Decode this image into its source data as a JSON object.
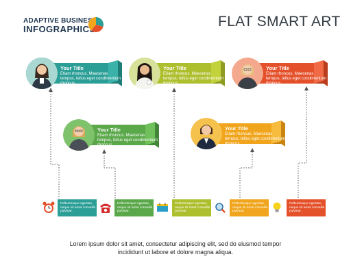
{
  "header": {
    "brand_line1": "ADAPTIVE BUSINESS",
    "brand_line2": "INFOGRAPHICS",
    "title": "FLAT SMART ART"
  },
  "colors": {
    "teal": "#2b9e96",
    "lime": "#aebf2e",
    "red": "#e4502a",
    "green": "#5aa84a",
    "orange": "#f0a51c"
  },
  "cards": [
    {
      "title": "Your Title",
      "body": "Etiam rhoncus. Maecenas tempus, tellus eget condimentum rhoncus.",
      "color": "teal"
    },
    {
      "title": "Your Title",
      "body": "Etiam rhoncus. Maecenas tempus, tellus eget condimentum rhoncus.",
      "color": "lime"
    },
    {
      "title": "Your Title",
      "body": "Etiam rhoncus. Maecenas tempus, tellus eget condimentum rhoncus.",
      "color": "red"
    },
    {
      "title": "Your Title",
      "body": "Etiam rhoncus. Maecenas tempus, tellus eget condimentum rhoncus.",
      "color": "green"
    },
    {
      "title": "Your Title",
      "body": "Etiam rhoncus. Maecenas tempus, tellus eget condimentum rhoncus.",
      "color": "orange"
    }
  ],
  "bottom_items": [
    {
      "icon": "alarm-clock-icon",
      "text": "Pellentesque egestas, neque sit amet convallis pulvinar."
    },
    {
      "icon": "telephone-icon",
      "text": "Pellentesque egestas, neque sit amet convallis pulvinar."
    },
    {
      "icon": "calendar-icon",
      "text": "Pellentesque egestas, neque sit amet convallis pulvinar."
    },
    {
      "icon": "magnifier-icon",
      "text": "Pellentesque egestas, neque sit amet convallis pulvinar."
    },
    {
      "icon": "light-bulb-icon",
      "text": "Pellentesque egestas, neque sit amet convallis pulvinar."
    }
  ],
  "footer": {
    "line1": "Lorem ipsum dolor sit amet, consectetur adipiscing elit, sed do eiusmod tempor",
    "line2": "incididunt ut labore et dolore magna aliqua."
  }
}
